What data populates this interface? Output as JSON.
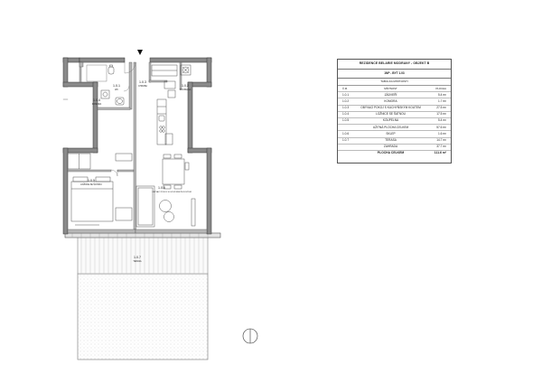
{
  "rooms": {
    "r1": {
      "code": "1.0.1",
      "name": "WC"
    },
    "r2": {
      "code": "1.0.2",
      "name": "KOUPELNA"
    },
    "r3": {
      "code": "1.0.3",
      "name": "CHODBA"
    },
    "r4": {
      "code": "1.0.4",
      "name": "KOMORA"
    },
    "r5": {
      "code": "1.0.5",
      "name": "LOŽNICE SE ŠATNOU"
    },
    "r6": {
      "code": "1.0.6",
      "name": "OBÝVACÍ POKOJ S KUCHYŇSKÝM KOUTEM"
    },
    "r7": {
      "code": "1.0.7",
      "name": "TERASA"
    }
  },
  "table": {
    "title": "REZIDENCE BELARIE MODRANY - OBJEKT B",
    "subtitle": "1NP - BYT 1.03",
    "caption": "TABULKA MISTNOSTI",
    "headers": {
      "num": "Č.M.",
      "room": "MÍSTNOST",
      "area": "PLOCHA"
    },
    "rows": [
      {
        "num": "1.0.1",
        "room": "ZÁDVEŘÍ",
        "area": "5.4 m²"
      },
      {
        "num": "1.0.2",
        "room": "KOMORA",
        "area": "1.7 m²"
      },
      {
        "num": "1.0.3",
        "room": "OBÝVACÍ POKOJ S KUCHYŇSKÝM KOUTEM",
        "area": "27.5 m²"
      },
      {
        "num": "1.0.4",
        "room": "LOŽNICE SE ŠATNOU",
        "area": "17.5 m²"
      },
      {
        "num": "1.0.5",
        "room": "KOUPELNA",
        "area": "5.4 m²"
      }
    ],
    "subtotal": {
      "room": "UŽITNÁ PLOCHA CELKEM",
      "area": "57.6 m²"
    },
    "rows2": [
      {
        "num": "1.0.6",
        "room": "SKLEP",
        "area": "1.6 m²"
      },
      {
        "num": "1.0.7",
        "room": "TERASA",
        "area": "14.7 m²"
      },
      {
        "num": "",
        "room": "ZAHRADA",
        "area": "37.7 m²"
      }
    ],
    "total": {
      "room": "PLOCHA CELKEM",
      "area": "111.6 m²"
    }
  },
  "colors": {
    "wall": "#8a8a8a",
    "line": "#333333",
    "text": "#222222"
  },
  "icons": {
    "entrance": "entrance-arrow-icon",
    "north": "north-arrow-icon"
  }
}
